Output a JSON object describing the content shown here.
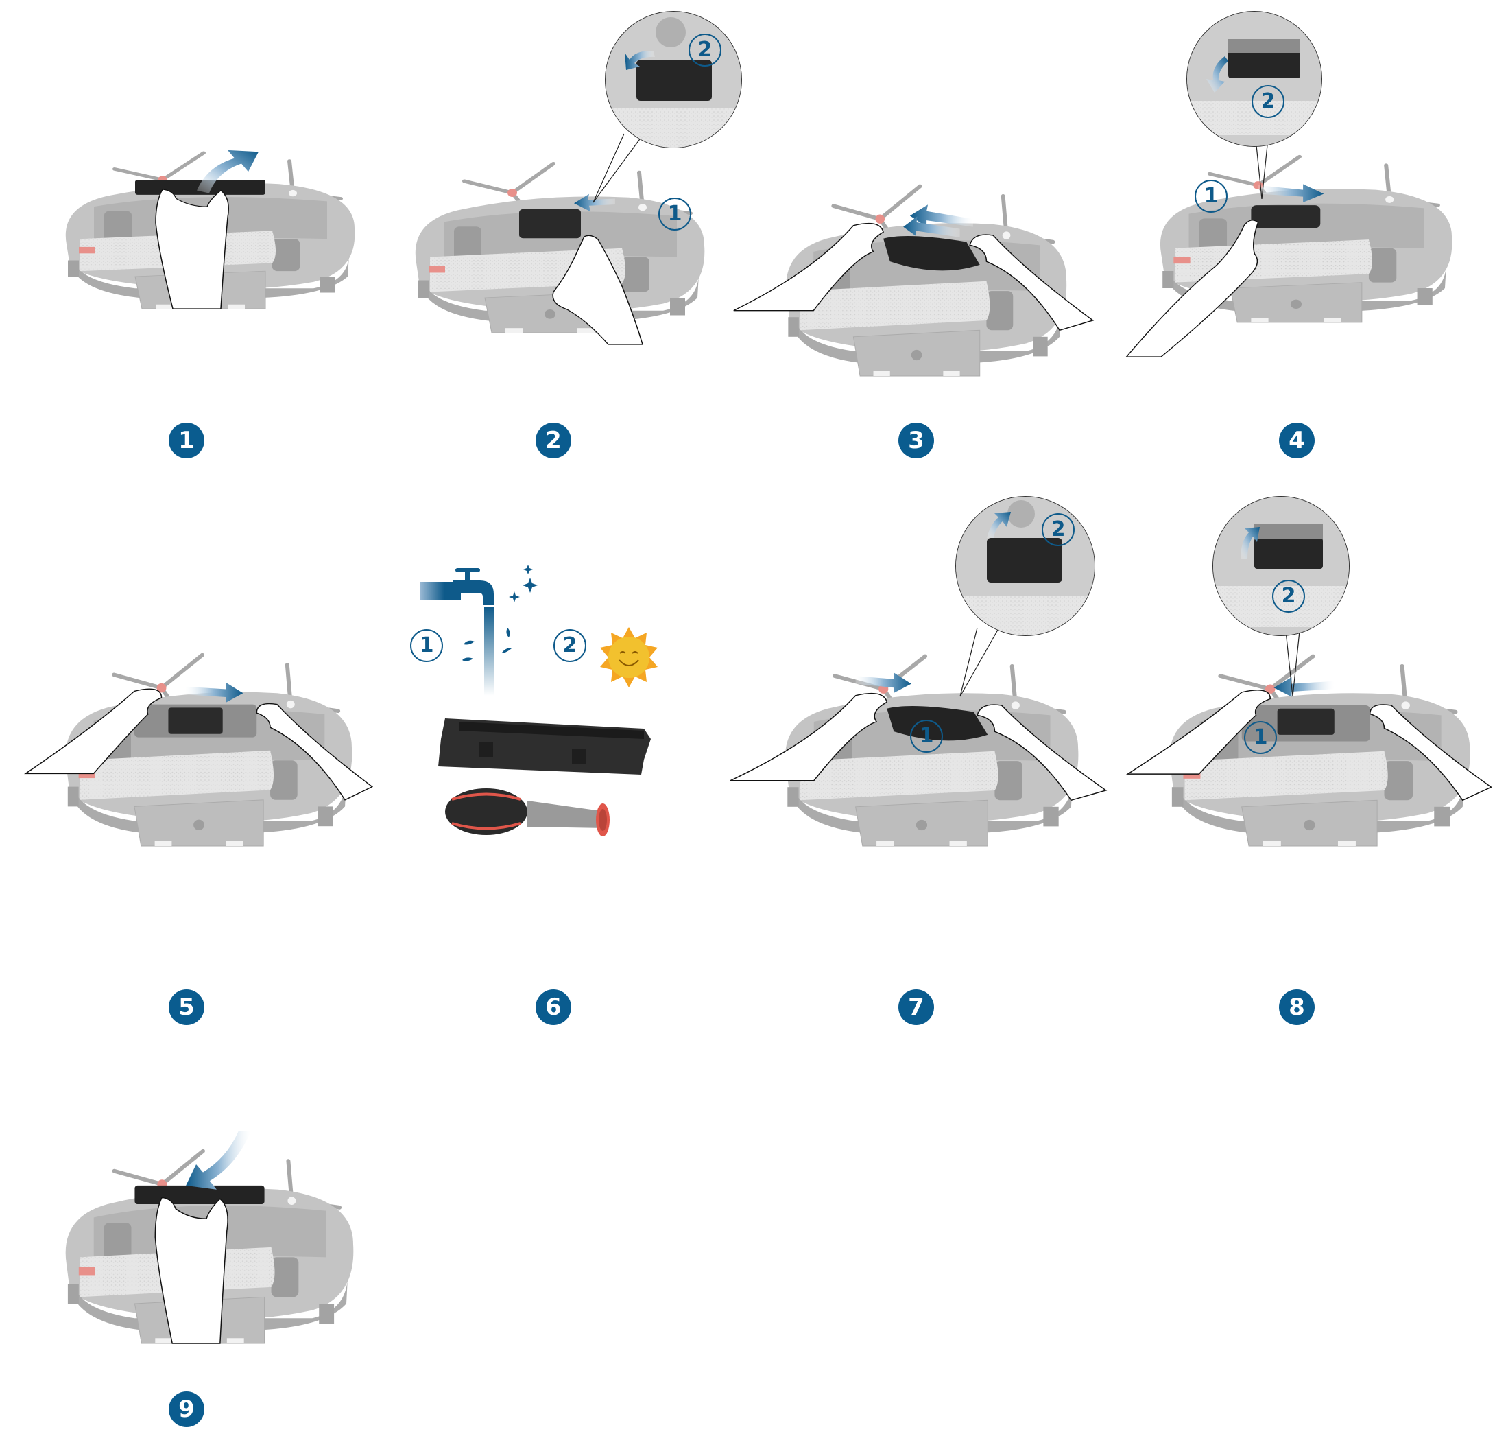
{
  "colors": {
    "badge": "#0A5C8F",
    "marker": "#0E5A8A",
    "robot_body": "#BDBDBD",
    "robot_dark": "#9E9E9E",
    "pad": "#E4E4E4",
    "brush_cover": "#2B2B2B",
    "accent_red": "#E0564A",
    "arrow_dark": "#0E5A8A",
    "arrow_light": "#D6E6F2",
    "sun_face": "#F2C12E",
    "sun_rays": "#F5A623"
  },
  "steps": [
    {
      "number": "1",
      "badge_label": "1",
      "action": "lift brush cover",
      "markers": []
    },
    {
      "number": "2",
      "badge_label": "2",
      "action": "press release tab, remove cover",
      "markers": [
        "1",
        "2"
      ]
    },
    {
      "number": "3",
      "badge_label": "3",
      "action": "remove main brush",
      "markers": []
    },
    {
      "number": "4",
      "badge_label": "4",
      "action": "press and slide brush out",
      "markers": [
        "1",
        "2"
      ]
    },
    {
      "number": "5",
      "badge_label": "5",
      "action": "slide brush",
      "markers": []
    },
    {
      "number": "6",
      "badge_label": "6",
      "action": "rinse with water, dry in sun",
      "markers": [
        "1",
        "2"
      ]
    },
    {
      "number": "7",
      "badge_label": "7",
      "action": "reinsert main brush",
      "markers": [
        "1",
        "2"
      ]
    },
    {
      "number": "8",
      "badge_label": "8",
      "action": "reinsert and slide",
      "markers": [
        "1",
        "2"
      ]
    },
    {
      "number": "9",
      "badge_label": "9",
      "action": "close brush cover",
      "markers": []
    }
  ],
  "markers": {
    "one": "1",
    "two": "2"
  }
}
